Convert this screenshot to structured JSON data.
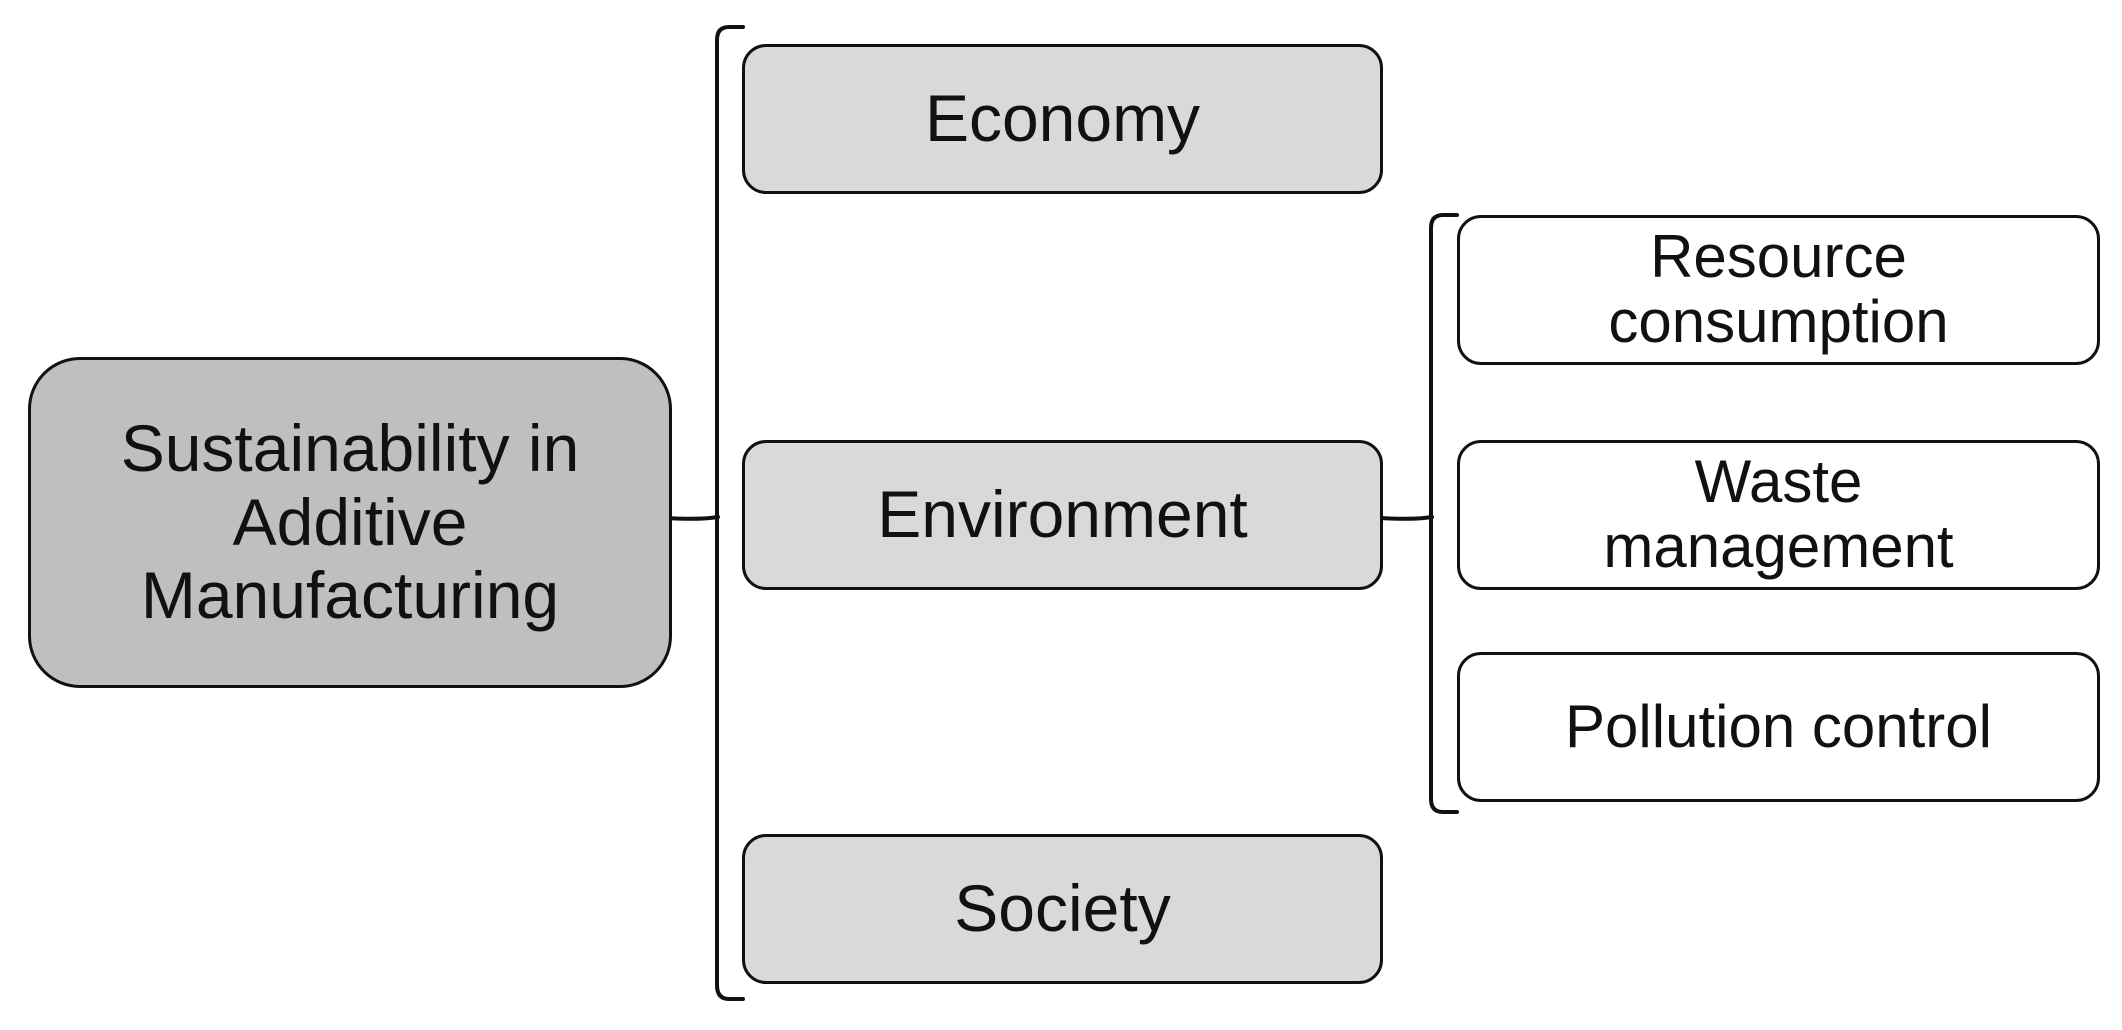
{
  "root": {
    "label": "Sustainability in\nAdditive\nManufacturing",
    "fill": "#bfbfbf"
  },
  "categories": [
    {
      "label": "Economy",
      "fill": "#d9d9d9"
    },
    {
      "label": "Environment",
      "fill": "#d9d9d9"
    },
    {
      "label": "Society",
      "fill": "#d9d9d9"
    }
  ],
  "environment_children": [
    {
      "label": "Resource\nconsumption",
      "fill": "#ffffff"
    },
    {
      "label": "Waste\nmanagement",
      "fill": "#ffffff"
    },
    {
      "label": "Pollution control",
      "fill": "#ffffff"
    }
  ],
  "style": {
    "stroke": "#111111",
    "background": "#ffffff"
  }
}
